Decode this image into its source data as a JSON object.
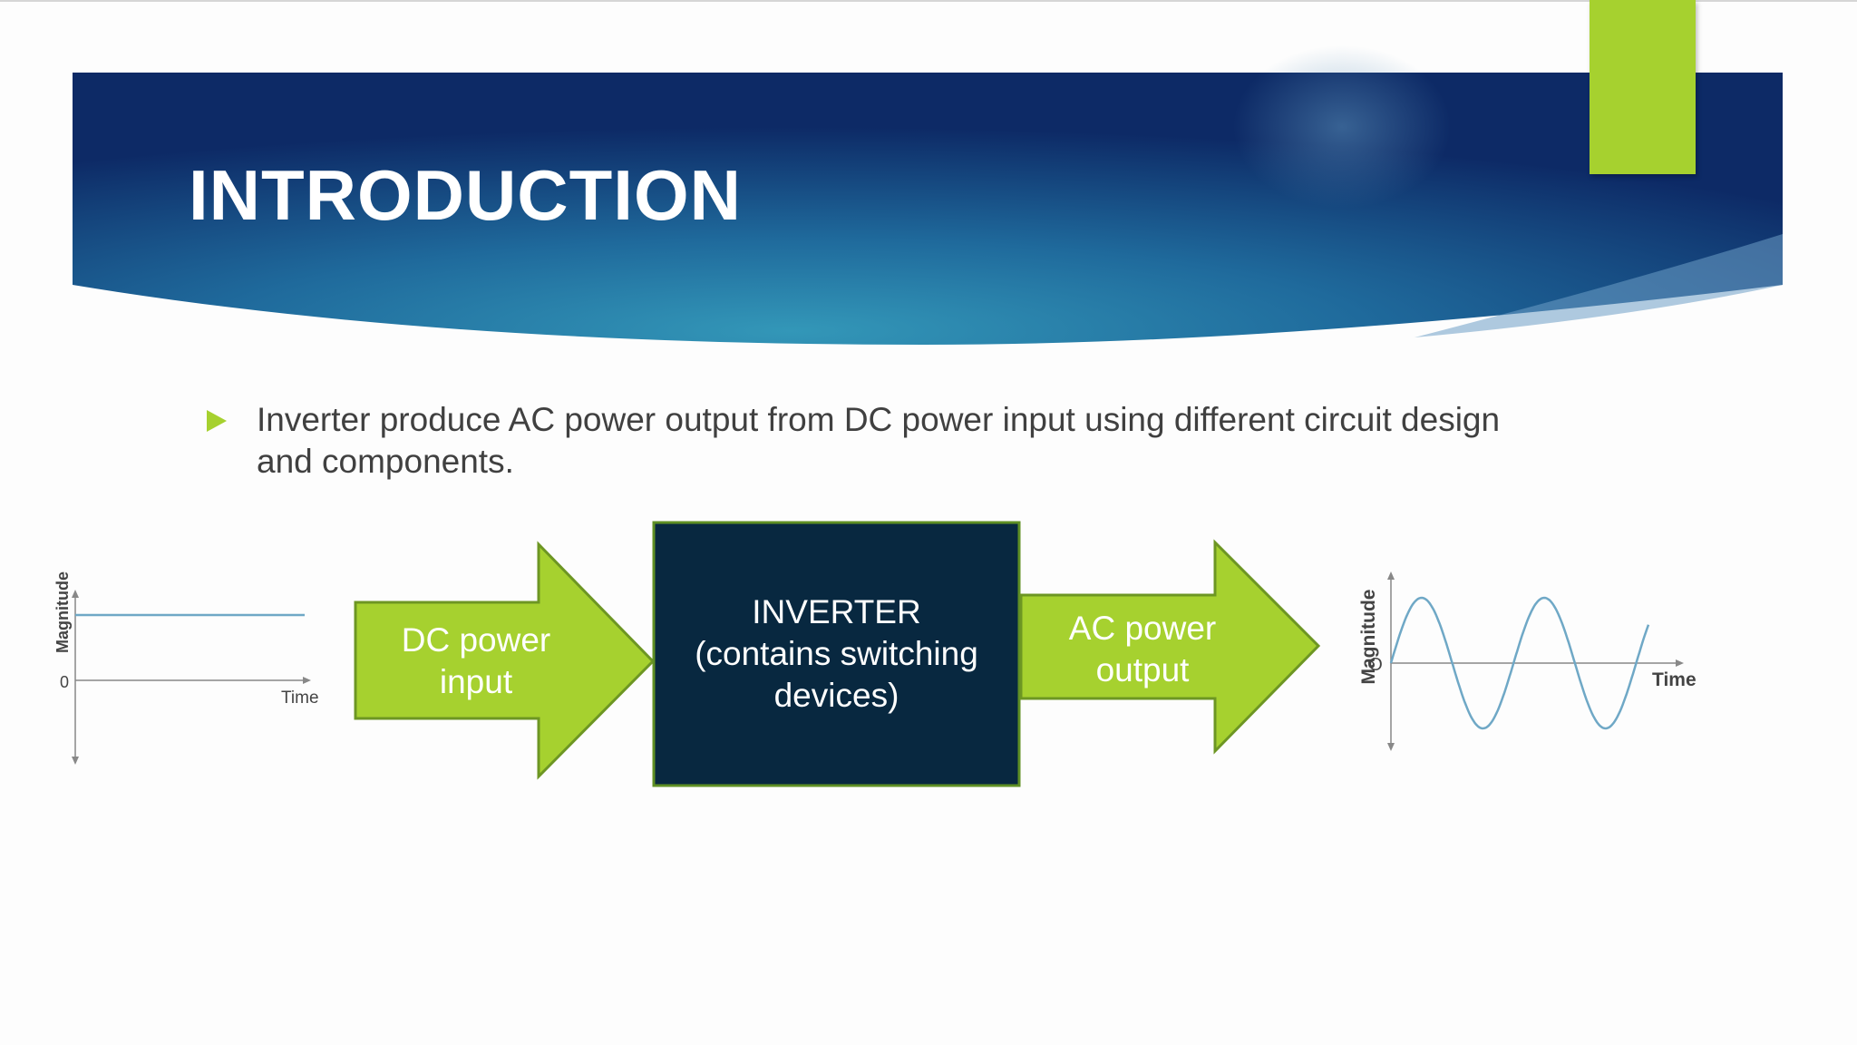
{
  "slide": {
    "title": "INTRODUCTION",
    "bullet_text": "Inverter produce AC power output from DC power input using different circuit design and components."
  },
  "diagram": {
    "dc_arrow_label_line1": "DC power",
    "dc_arrow_label_line2": "input",
    "inverter_line1": "INVERTER",
    "inverter_line2": "(contains switching",
    "inverter_line3": "devices)",
    "ac_arrow_label_line1": "AC power",
    "ac_arrow_label_line2": "output",
    "dc_graph": {
      "ylabel": "Magnitude",
      "xlabel": "Time",
      "origin_label": "0"
    },
    "ac_graph": {
      "ylabel": "Magnitude",
      "xlabel": "Time",
      "origin_label": "O"
    }
  },
  "colors": {
    "accent_green": "#a6d12f",
    "banner_dark": "#0f2f6a",
    "banner_light": "#2f8bb3",
    "inverter_box": "#082840",
    "body_text": "#404040",
    "signal_line": "#6fa8c6"
  }
}
